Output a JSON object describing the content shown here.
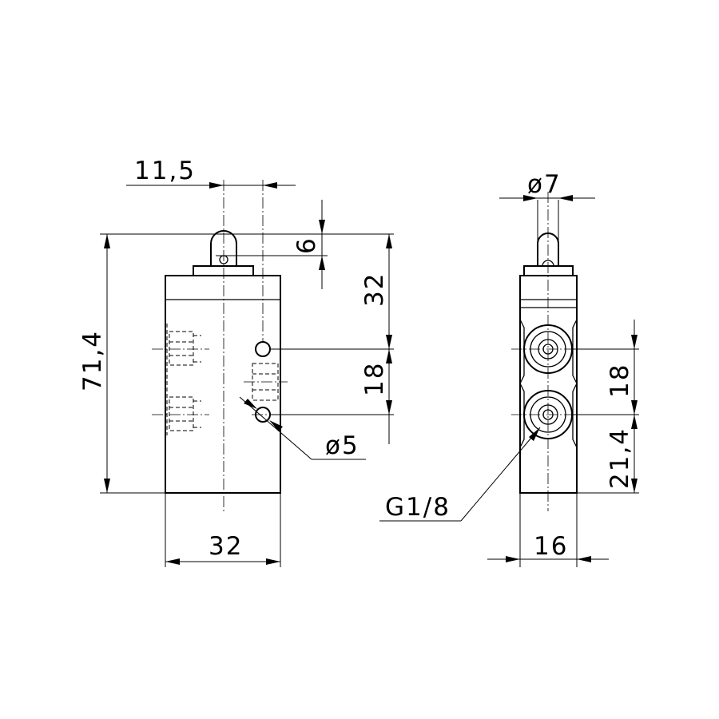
{
  "front_view": {
    "dim_top_offset": "11,5",
    "dim_pin": "6",
    "dim_total_height": "71,4",
    "dim_upper": "32",
    "dim_spacing": "18",
    "dim_hole": "ø5",
    "dim_width": "32"
  },
  "side_view": {
    "dim_roller": "ø7",
    "dim_port_spacing": "18",
    "dim_bottom": "21,4",
    "dim_thread": "G1/8",
    "dim_width": "16"
  }
}
